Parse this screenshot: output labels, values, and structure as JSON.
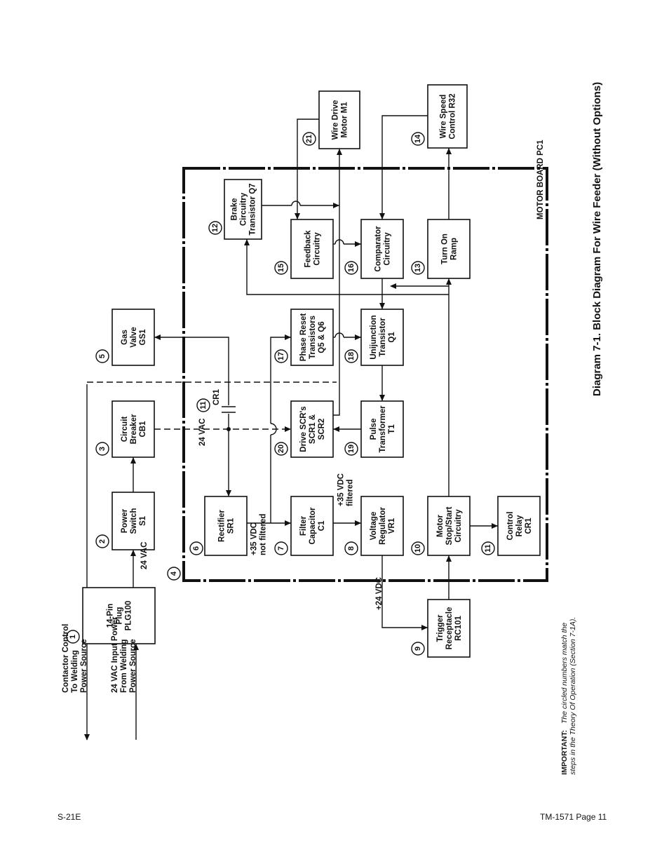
{
  "title": "Diagram 7-1. Block Diagram For Wire Feeder (Without Options)",
  "important": {
    "label": "IMPORTANT:",
    "line1": "The circled numbers match the",
    "line2": "steps in the Theory Of Operation (Section 7-1A)."
  },
  "footer": {
    "left": "S-21E",
    "right": "TM-1571 Page 11"
  },
  "board_label": "MOTOR BOARD PC1",
  "blocks": [
    {
      "id": "plg100",
      "num": "1",
      "lines": [
        "14-Pin",
        "Plug",
        "PLG100"
      ]
    },
    {
      "id": "s1",
      "num": "2",
      "lines": [
        "Power",
        "Switch",
        "S1"
      ]
    },
    {
      "id": "cb1",
      "num": "3",
      "lines": [
        "Circuit",
        "Breaker",
        "CB1"
      ]
    },
    {
      "id": "gs1",
      "num": "5",
      "lines": [
        "Gas",
        "Valve",
        "GS1"
      ]
    },
    {
      "id": "sr1",
      "num": "6",
      "lines": [
        "Rectifier",
        "SR1"
      ]
    },
    {
      "id": "c1",
      "num": "7",
      "lines": [
        "Filter",
        "Capacitor",
        "C1"
      ]
    },
    {
      "id": "vr1",
      "num": "8",
      "lines": [
        "Voltage",
        "Regulator",
        "VR1"
      ]
    },
    {
      "id": "rc101",
      "num": "9",
      "lines": [
        "Trigger",
        "Receptacle",
        "RC101"
      ]
    },
    {
      "id": "stopstart",
      "num": "10",
      "lines": [
        "Motor",
        "Stop/Start",
        "Circuitry"
      ]
    },
    {
      "id": "cr1relay",
      "num": "11",
      "lines": [
        "Control",
        "Relay",
        "CR1"
      ]
    },
    {
      "id": "brake",
      "num": "12",
      "lines": [
        "Brake",
        "Circuitry",
        "Transistor Q7"
      ]
    },
    {
      "id": "ramp",
      "num": "13",
      "lines": [
        "Turn On",
        "Ramp"
      ]
    },
    {
      "id": "r32",
      "num": "14",
      "lines": [
        "Wire Speed",
        "Control R32"
      ]
    },
    {
      "id": "feedback",
      "num": "15",
      "lines": [
        "Feedback",
        "Circuitry"
      ]
    },
    {
      "id": "comparator",
      "num": "16",
      "lines": [
        "Comparator",
        "Circuitry"
      ]
    },
    {
      "id": "phasereset",
      "num": "17",
      "lines": [
        "Phase Reset",
        "Transistors",
        "Q5 & Q6"
      ]
    },
    {
      "id": "unijunction",
      "num": "18",
      "lines": [
        "Unijunction",
        "Transistor",
        "Q1"
      ]
    },
    {
      "id": "pulse",
      "num": "19",
      "lines": [
        "Pulse",
        "Transformer",
        "T1"
      ]
    },
    {
      "id": "scr",
      "num": "20",
      "lines": [
        "Drive SCR's",
        "SCR1 &",
        "SCR2"
      ]
    },
    {
      "id": "m1",
      "num": "21",
      "lines": [
        "Wire Drive",
        "Motor M1"
      ]
    }
  ],
  "board_num": "4",
  "cr1_contact": {
    "num": "11",
    "label": "CR1"
  },
  "signals": {
    "contactor": [
      "Contactor Control",
      "To Welding",
      "Power Source"
    ],
    "input_power": [
      "24 VAC Input Power",
      "From Welding",
      "Power Source"
    ],
    "vac24_a": "24 VAC",
    "vac24_b": "24 VAC",
    "vdc35_nf": [
      "+35 VDC",
      "not filtered"
    ],
    "vdc35_f": [
      "+35 VDC",
      "filtered"
    ],
    "vdc24": "+24 VDC"
  }
}
